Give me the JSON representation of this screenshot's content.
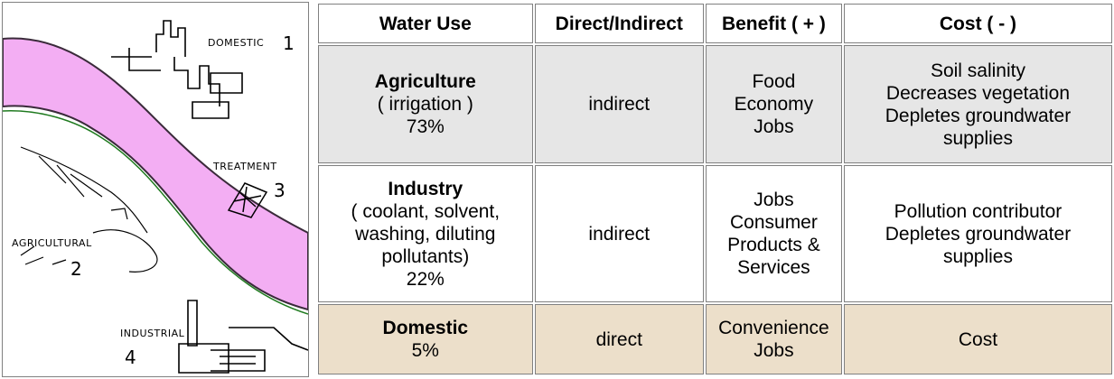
{
  "illustration": {
    "labels": {
      "domestic": "DOMESTIC",
      "treatment": "TREATMENT",
      "agricultural": "AGRICULTURAL",
      "industrial": "INDUSTRIAL"
    },
    "numbers": {
      "domestic": "1",
      "agricultural": "2",
      "treatment": "3",
      "industrial": "4"
    },
    "river_color": "#f3aef3"
  },
  "table": {
    "headers": [
      "Water Use",
      "Direct/Indirect",
      "Benefit ( + )",
      "Cost ( - )"
    ],
    "rows": [
      {
        "name": "Agriculture",
        "detail": [
          "( irrigation )",
          "73%"
        ],
        "type": "indirect",
        "benefit": [
          "Food",
          "Economy",
          "Jobs"
        ],
        "cost": [
          "Soil salinity",
          "Decreases vegetation",
          "Depletes groundwater",
          "supplies"
        ],
        "bg": "#e6e6e6"
      },
      {
        "name": "Industry",
        "detail": [
          "( coolant, solvent,",
          "washing, diluting",
          "pollutants)",
          "22%"
        ],
        "type": "indirect",
        "benefit": [
          "Jobs",
          "Consumer",
          "Products &",
          "Services"
        ],
        "cost": [
          "Pollution contributor",
          "Depletes groundwater",
          "supplies"
        ],
        "bg": "#ffffff"
      },
      {
        "name": "Domestic",
        "detail": [
          "5%"
        ],
        "type": "direct",
        "benefit": [
          "Convenience",
          "Jobs"
        ],
        "cost": [
          "Cost"
        ],
        "bg": "#ecdfca"
      }
    ]
  }
}
